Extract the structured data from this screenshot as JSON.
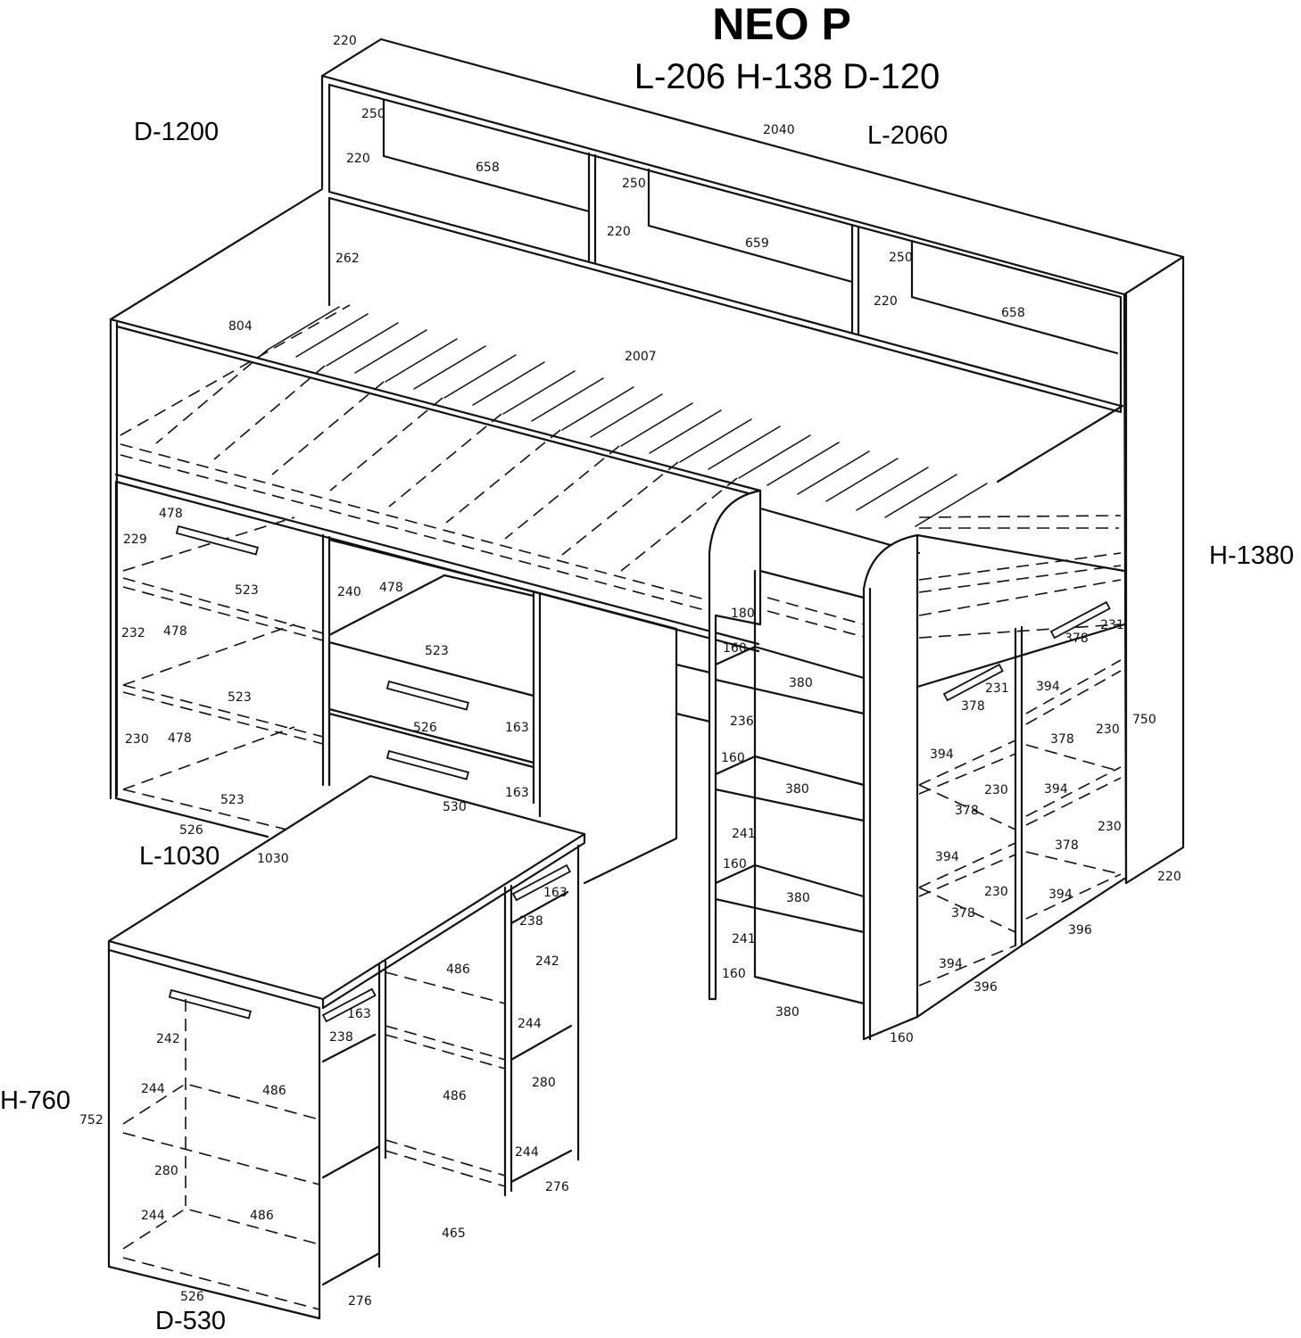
{
  "title": "NEO P",
  "subtitle": "L-206 H-138 D-120",
  "overall_labels": {
    "bed_depth": "D-1200",
    "bed_length": "L-2060",
    "bed_height": "H-1380",
    "desk_length": "L-1030",
    "desk_height": "H-760",
    "desk_depth": "D-530"
  },
  "dimensions": {
    "top_shelf_depth": "220",
    "top_shelf_length": "2040",
    "shelf1_h": "250",
    "shelf1_d": "220",
    "shelf1_w": "658",
    "shelf2_h": "250",
    "shelf2_d": "220",
    "shelf2_w": "659",
    "shelf3_h": "250",
    "shelf3_d": "220",
    "shelf3_w": "658",
    "head_panel_h": "262",
    "bed_width": "804",
    "mattress_length": "2007",
    "cab_a1": "478",
    "cab_b1": "229",
    "cab_c1": "523",
    "cab_a2": "232",
    "cab_b2": "478",
    "cab_c2": "523",
    "cab_a3": "230",
    "cab_b3": "478",
    "cab_c3": "523",
    "cab_bottom": "526",
    "open_h": "240",
    "open_d": "478",
    "open_w": "523",
    "drawer_w": "526",
    "drawer1_h": "163",
    "drawer2_h": "163",
    "drawer_depth": "530",
    "desk_length_dim": "1030",
    "ladder_top": "180",
    "ladder_s1": "160",
    "ladder_w1": "380",
    "ladder_g1": "236",
    "ladder_s2": "160",
    "ladder_w2": "380",
    "ladder_g2": "241",
    "ladder_s3": "160",
    "ladder_w3": "380",
    "ladder_g3": "241",
    "ladder_s4": "160",
    "ladder_w4": "380",
    "ladder_side": "160",
    "rc_231a": "231",
    "rc_378a": "378",
    "rc_231b": "231",
    "rc_394a": "394",
    "rc_378b": "378",
    "rc_750": "750",
    "rc_378c": "378",
    "rc_230a": "230",
    "rc_394b": "394",
    "rc_230b": "230",
    "rc_394c": "394",
    "rc_378d": "378",
    "rc_230c": "230",
    "rc_378e": "378",
    "rc_394d": "394",
    "rc_230d": "230",
    "rc_394e": "394",
    "rc_378f": "378",
    "rc_396a": "396",
    "rc_394f": "394",
    "rc_396b": "396",
    "rc_side_d": "220",
    "dk_163a": "163",
    "dk_238a": "238",
    "dk_242a": "242",
    "dk_486a": "486",
    "dk_244a": "244",
    "dk_280a": "280",
    "dk_486b": "486",
    "dk_244b": "244",
    "dk_276a": "276",
    "dk_163b": "163",
    "dk_238b": "238",
    "dk_242b": "242",
    "dk_244c": "244",
    "dk_486c": "486",
    "dk_752": "752",
    "dk_280b": "280",
    "dk_244d": "244",
    "dk_486d": "486",
    "dk_465": "465",
    "dk_526": "526",
    "dk_276b": "276"
  }
}
